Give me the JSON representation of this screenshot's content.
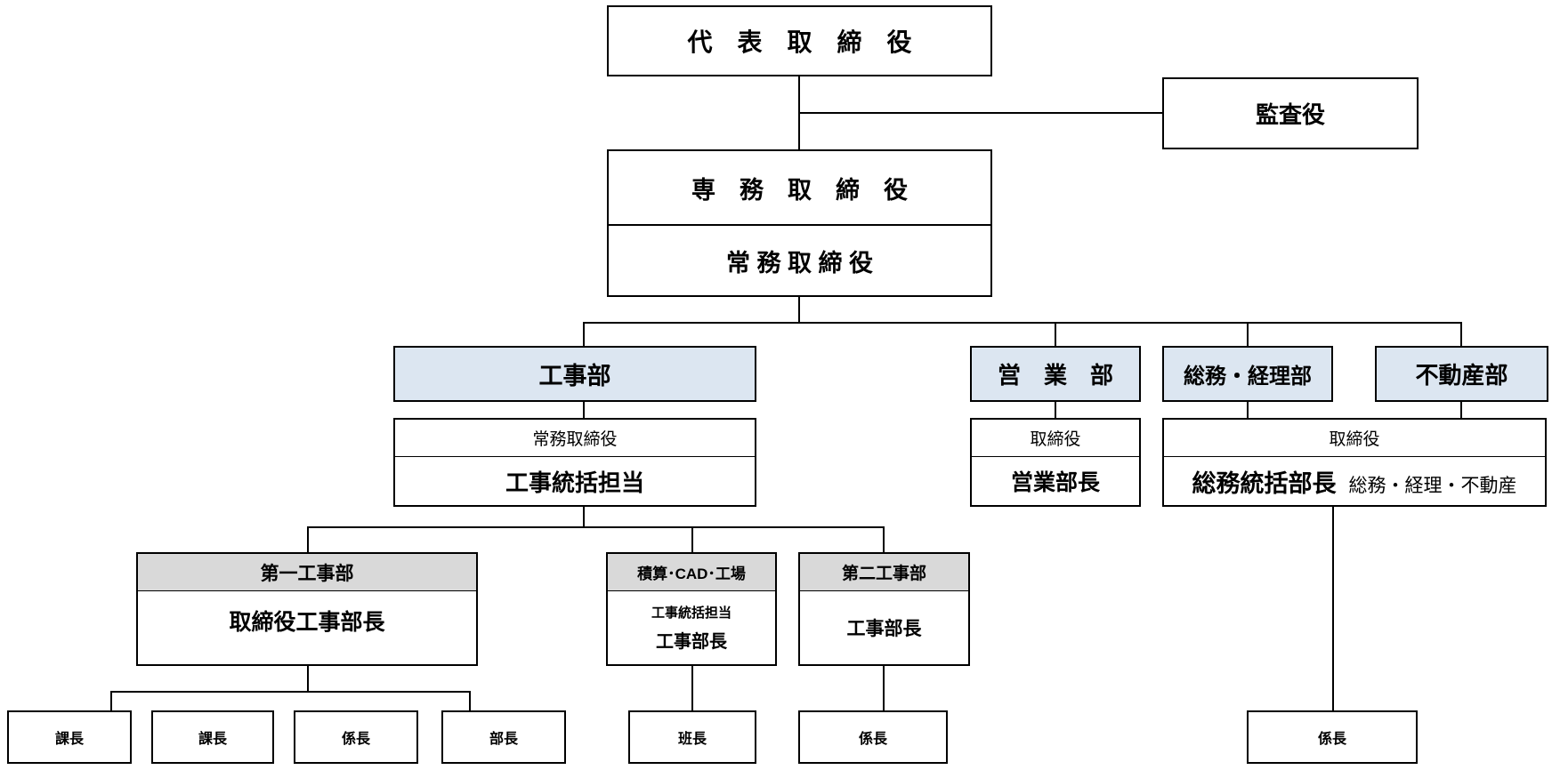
{
  "chart": {
    "type": "org-chart",
    "colors": {
      "department_fill": "#dce6f1",
      "subdept_header_fill": "#d9d9d9",
      "line_color": "#000000",
      "background": "#ffffff"
    },
    "nodes": {
      "ceo": "代　表　取　締　役",
      "auditor": "監査役",
      "senior_managing_director": "専　務　取　締　役",
      "managing_director": "常 務 取 締 役",
      "dept_construction": "工事部",
      "dept_sales": "営　業　部",
      "dept_general_accounting": "総務・経理部",
      "dept_real_estate": "不動産部",
      "construction_head_title": "常務取締役",
      "construction_head_role": "工事統括担当",
      "sales_head_title": "取締役",
      "sales_head_role": "営業部長",
      "ga_head_title": "取締役",
      "ga_head_role": "総務統括部長",
      "ga_head_scope": "総務・経理・不動産",
      "division1_name": "第一工事部",
      "division1_role": "取締役工事部長",
      "division2_name": "積算･CAD･工場",
      "division2_title": "工事統括担当",
      "division2_role": "工事部長",
      "division3_name": "第二工事部",
      "division3_role": "工事部長"
    },
    "staff": [
      "課長",
      "課長",
      "係長",
      "部長",
      "班長",
      "係長",
      "係長"
    ]
  }
}
